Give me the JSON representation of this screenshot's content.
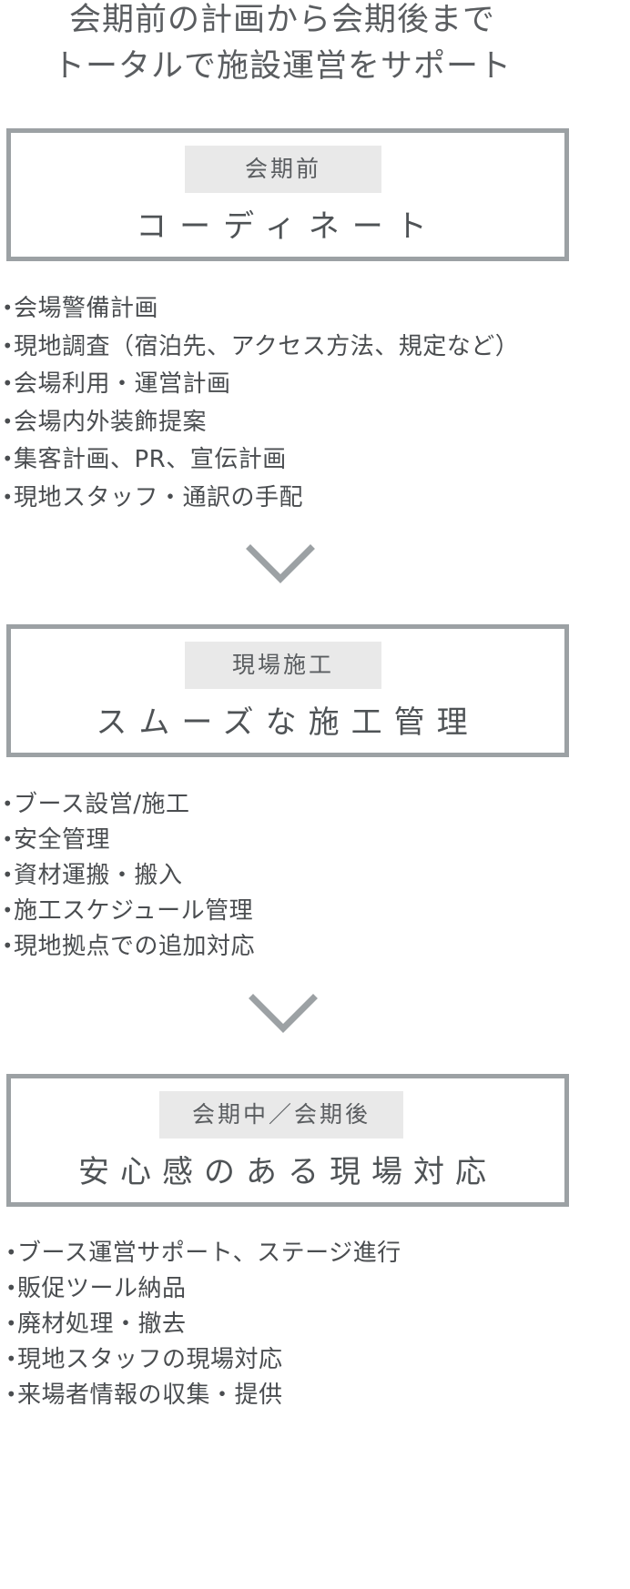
{
  "headline": {
    "line1": "会期前の計画から会期後まで",
    "line2": "トータルで施設運営をサポート"
  },
  "stages": [
    {
      "tag": "会期前",
      "title": "コーディネート",
      "items": [
        "会場警備計画",
        "現地調査（宿泊先、アクセス方法、規定など）",
        "会場利用・運営計画",
        "会場内外装飾提案",
        "集客計画、PR、宣伝計画",
        "現地スタッフ・通訳の手配"
      ]
    },
    {
      "tag": "現場施工",
      "title": "スムーズな施工管理",
      "items": [
        "ブース設営/施工",
        "安全管理",
        "資材運搬・搬入",
        "施工スケジュール管理",
        "現地拠点での追加対応"
      ]
    },
    {
      "tag": "会期中／会期後",
      "title": "安心感のある現場対応",
      "items": [
        "ブース運営サポート、ステージ進行",
        "販促ツール納品",
        "廃材処理・撤去",
        "現地スタッフの現場対応",
        "来場者情報の収集・提供"
      ]
    }
  ],
  "bullet_char": "•",
  "colors": {
    "border": "#9ca1a4",
    "tag_background": "#e9e9e9",
    "text": "#4a4d50",
    "arrow": "#9ca1a4"
  },
  "icons": {
    "arrow": "chevron-down-icon"
  }
}
